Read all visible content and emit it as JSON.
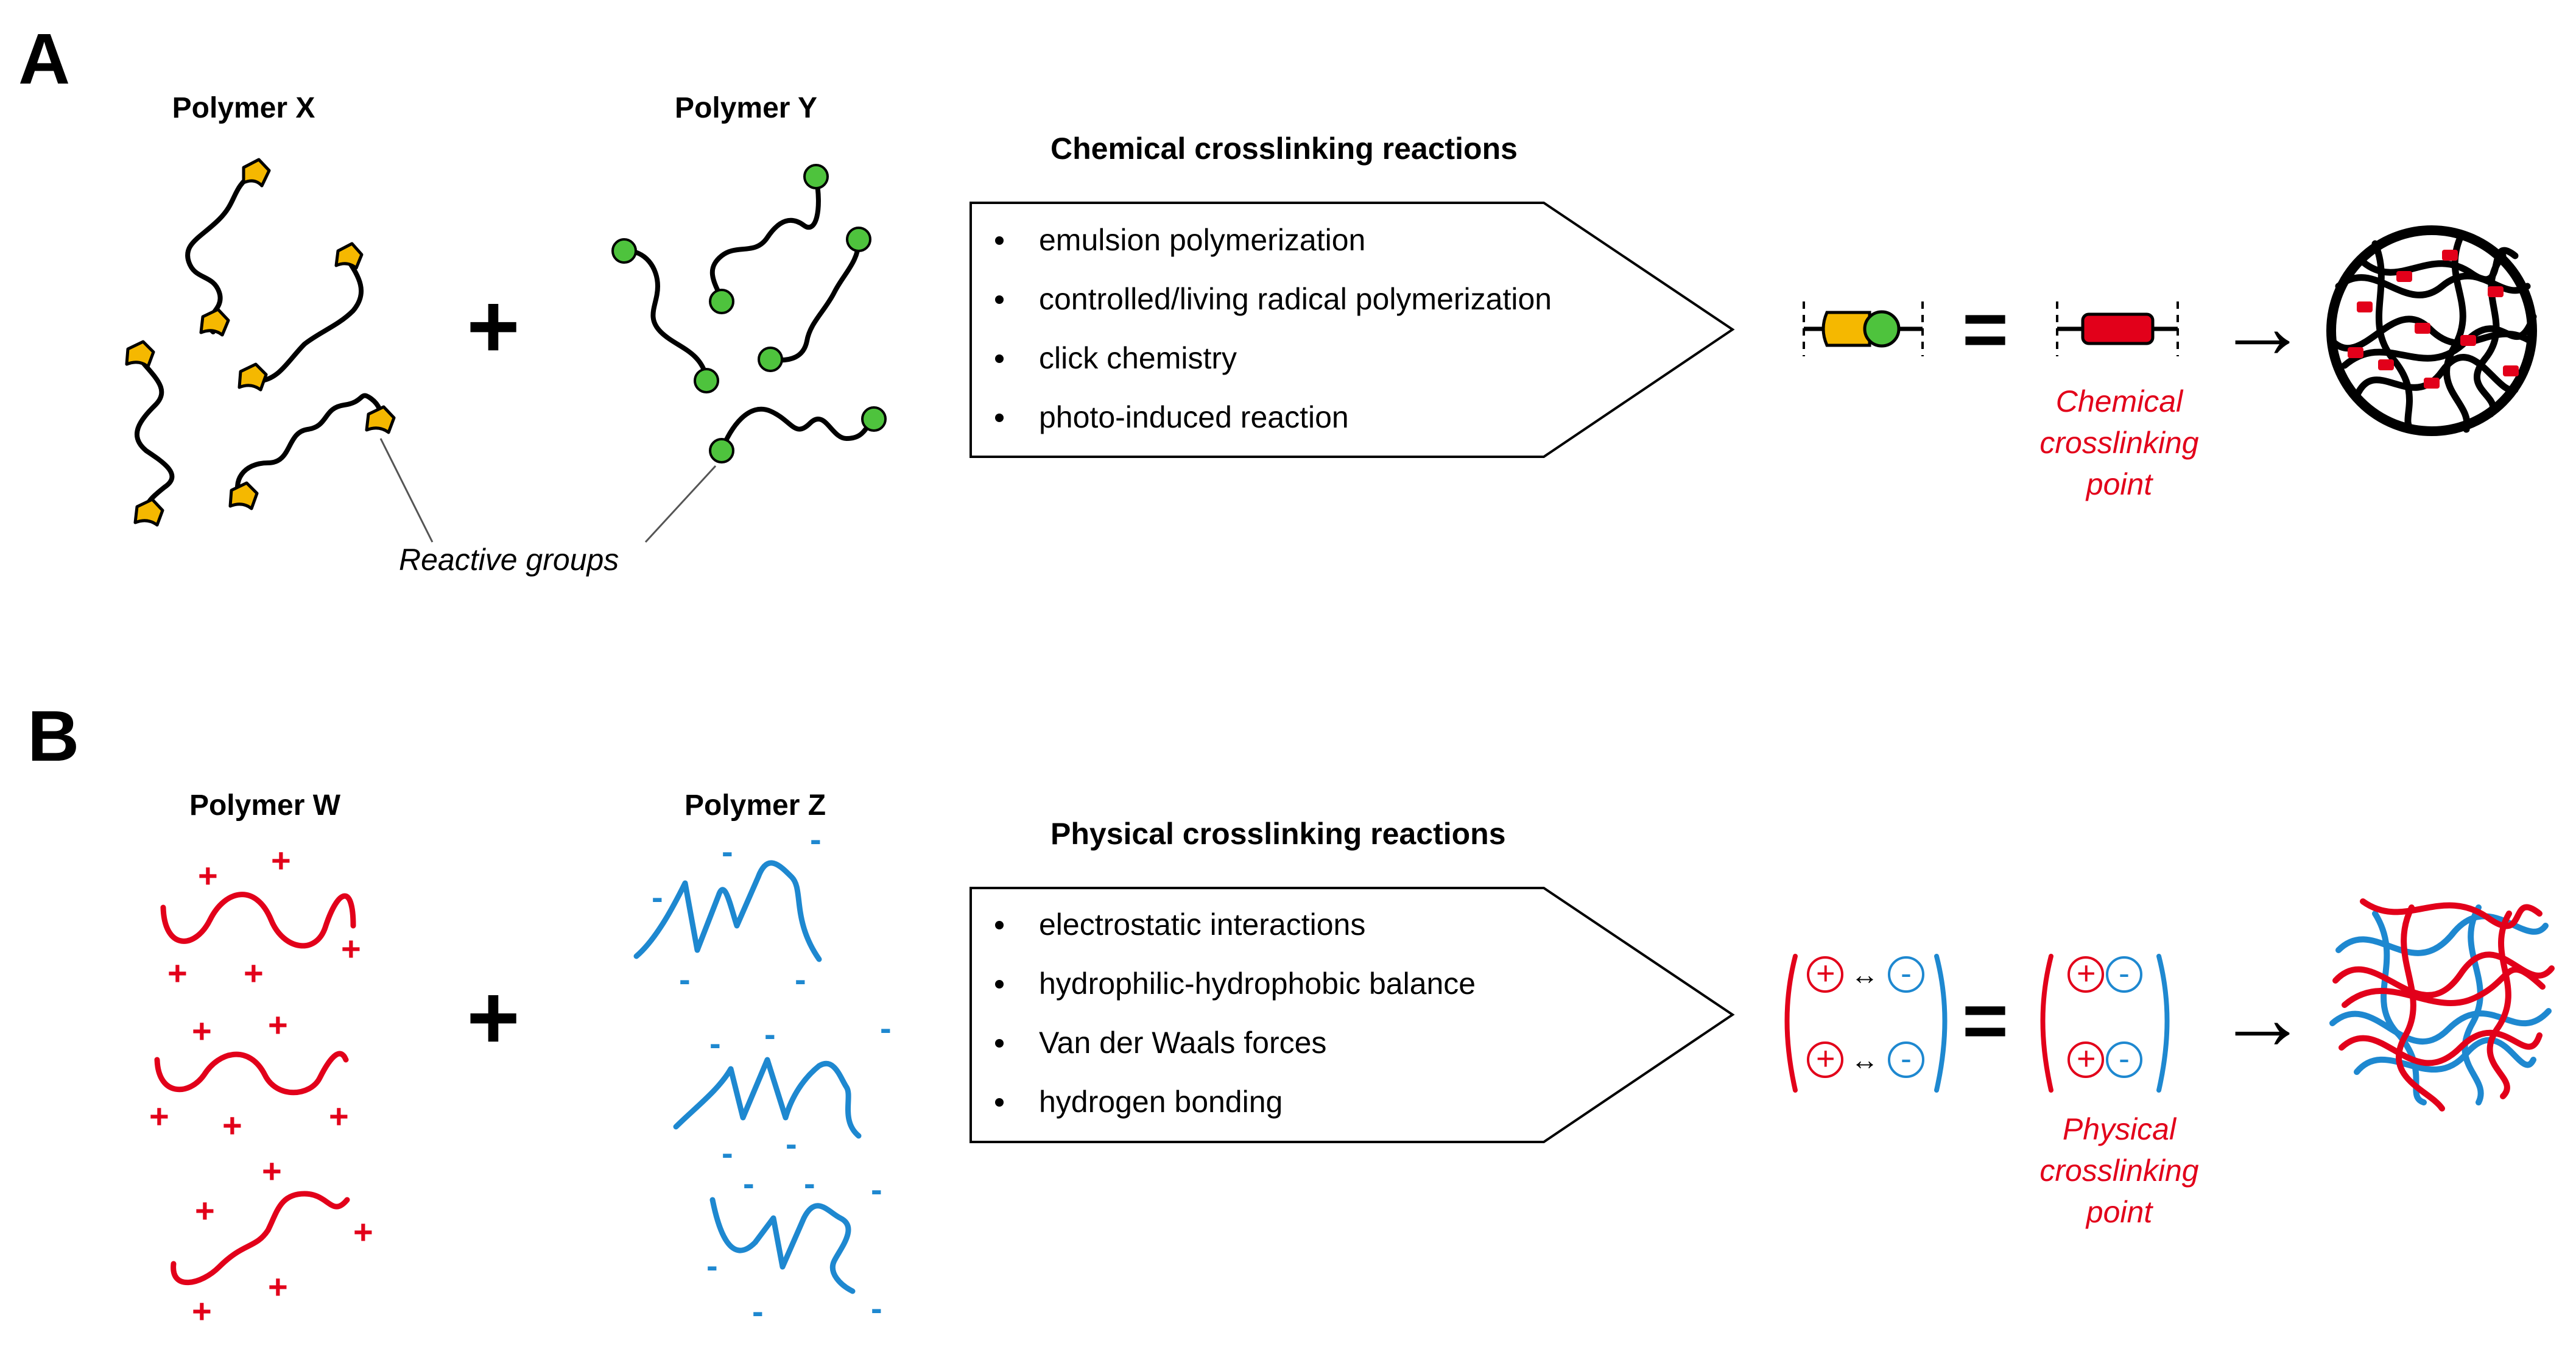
{
  "panel_a": {
    "letter": "A",
    "polymer_x_label": "Polymer X",
    "polymer_y_label": "Polymer Y",
    "plus_sign": "+",
    "reactions_title": "Chemical crosslinking reactions",
    "reactions": [
      "emulsion polymerization",
      "controlled/living radical polymerization",
      "click chemistry",
      "photo-induced reaction"
    ],
    "reactive_groups_label": "Reactive groups",
    "equals_sign": "=",
    "arrow": "→",
    "crosslink_label_lines": [
      "Chemical",
      "crosslinking",
      "point"
    ]
  },
  "panel_b": {
    "letter": "B",
    "polymer_w_label": "Polymer W",
    "polymer_z_label": "Polymer Z",
    "plus_sign": "+",
    "reactions_title": "Physical crosslinking reactions",
    "reactions": [
      "electrostatic interactions",
      "hydrophilic-hydrophobic balance",
      "Van der Waals forces",
      "hydrogen bonding"
    ],
    "equals_sign": "=",
    "arrow": "→",
    "crosslink_label_lines": [
      "Physical",
      "crosslinking",
      "point"
    ],
    "positive_symbol": "+",
    "negative_symbol": "-",
    "interaction_symbol": "↔"
  },
  "colors": {
    "reactive_group_x": "#f5b800",
    "reactive_group_y": "#4ec33d",
    "crosslink_point": "#e2001a",
    "positive_polymer": "#e2001a",
    "negative_polymer": "#1e88d0"
  }
}
